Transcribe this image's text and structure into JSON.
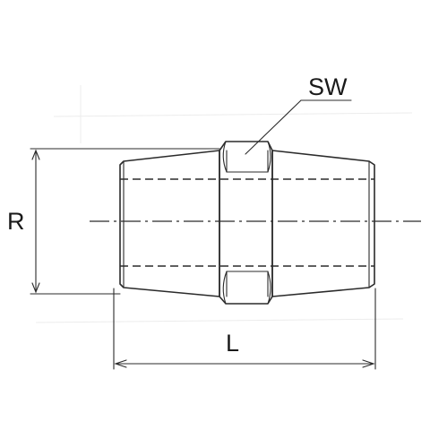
{
  "labels": {
    "sw": "SW",
    "r": "R",
    "l": "L"
  },
  "colors": {
    "line": "#2b2b2b",
    "background": "#ffffff",
    "text": "#1a1a1a"
  }
}
